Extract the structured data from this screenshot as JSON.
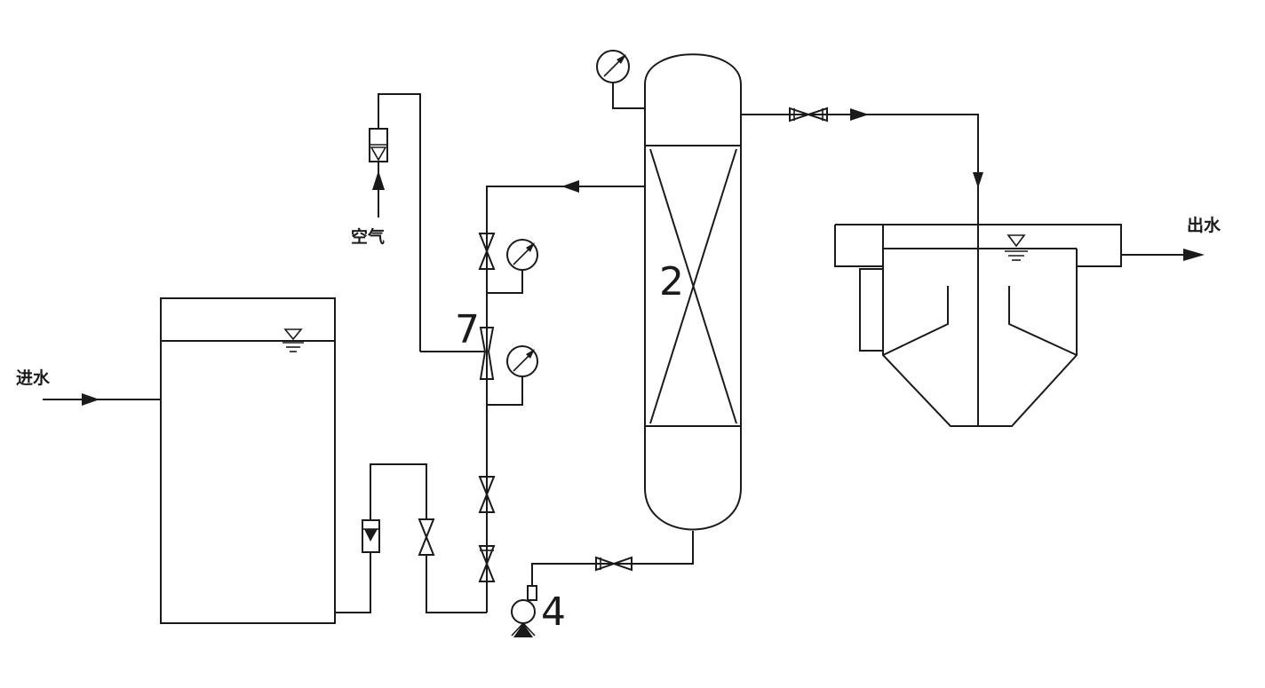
{
  "labels": {
    "inlet": "进水",
    "air": "空气",
    "outlet": "出水",
    "reactor_no": "2",
    "pump_no": "4",
    "ejector_no": "7"
  },
  "colors": {
    "line": "#1a1a1a",
    "background": "#ffffff"
  }
}
